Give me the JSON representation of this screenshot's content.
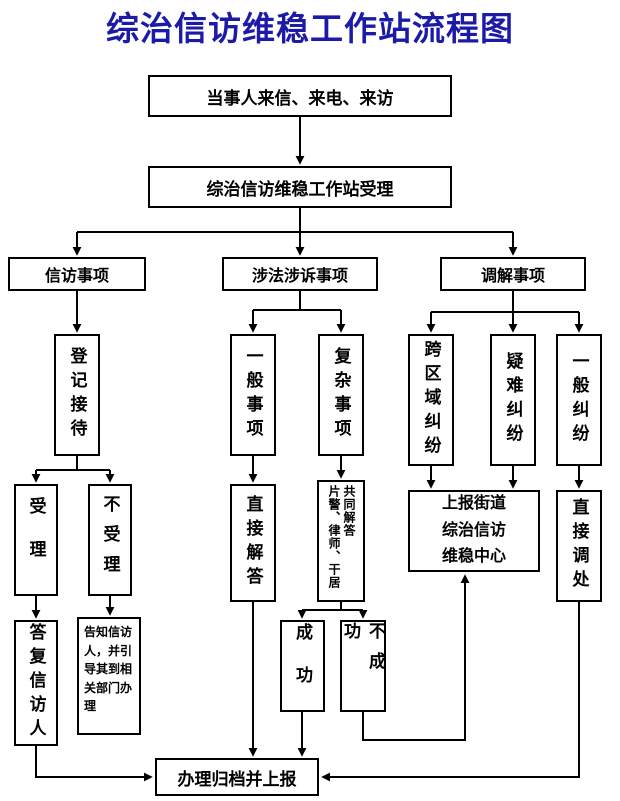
{
  "title": "综治信访维稳工作站流程图",
  "colors": {
    "title": "#1c1ba8",
    "line": "#000000",
    "box_border": "#000000"
  },
  "nodes": {
    "parties": "当事人来信、来电、来访",
    "accept": "综治信访维稳工作站受理",
    "xinfang": "信访事项",
    "shefa": "涉法涉诉事项",
    "tiaojie": "调解事项",
    "dengji": "登记接待",
    "shouli": "受理",
    "bushouli": "不受理",
    "dafu": "答复信访人",
    "gaozhi": "告知信访人，并引导其到相关部门办理",
    "yiban_shixiang": "一般事项",
    "fuza": "复杂事项",
    "zhijie_jieda": "直接解答",
    "pianjing": "片警、律师、干居共同解答",
    "chenggong": "成功",
    "buchenggong": "不成功",
    "kuaquyu": "跨区域纠纷",
    "yinan": "疑难纠纷",
    "yiban_jiufen": "一般纠纷",
    "shangbao": "上报街道\n综治信访\n维稳中心",
    "zhijie_tiaochu": "直接调处",
    "guidang": "办理归档并上报"
  },
  "edges": [
    {
      "from": "当事人来信、来电、来访",
      "to": "综治信访维稳工作站受理"
    },
    {
      "from": "综治信访维稳工作站受理",
      "to": "信访事项"
    },
    {
      "from": "综治信访维稳工作站受理",
      "to": "涉法涉诉事项"
    },
    {
      "from": "综治信访维稳工作站受理",
      "to": "调解事项"
    },
    {
      "from": "信访事项",
      "to": "登记接待"
    },
    {
      "from": "登记接待",
      "to": "受理"
    },
    {
      "from": "登记接待",
      "to": "不受理"
    },
    {
      "from": "受理",
      "to": "答复信访人"
    },
    {
      "from": "不受理",
      "to": "告知信访人，并引导其到相关部门办理"
    },
    {
      "from": "答复信访人",
      "to": "办理归档并上报"
    },
    {
      "from": "涉法涉诉事项",
      "to": "一般事项"
    },
    {
      "from": "涉法涉诉事项",
      "to": "复杂事项"
    },
    {
      "from": "一般事项",
      "to": "直接解答"
    },
    {
      "from": "复杂事项",
      "to": "片警、律师、干居共同解答"
    },
    {
      "from": "直接解答",
      "to": "办理归档并上报"
    },
    {
      "from": "片警、律师、干居共同解答",
      "to": "成功"
    },
    {
      "from": "片警、律师、干居共同解答",
      "to": "不成功"
    },
    {
      "from": "成功",
      "to": "办理归档并上报"
    },
    {
      "from": "不成功",
      "to": "上报街道综治信访维稳中心"
    },
    {
      "from": "调解事项",
      "to": "跨区域纠纷"
    },
    {
      "from": "调解事项",
      "to": "疑难纠纷"
    },
    {
      "from": "调解事项",
      "to": "一般纠纷"
    },
    {
      "from": "跨区域纠纷",
      "to": "上报街道综治信访维稳中心"
    },
    {
      "from": "疑难纠纷",
      "to": "上报街道综治信访维稳中心"
    },
    {
      "from": "一般纠纷",
      "to": "直接调处"
    },
    {
      "from": "直接调处",
      "to": "办理归档并上报"
    }
  ]
}
